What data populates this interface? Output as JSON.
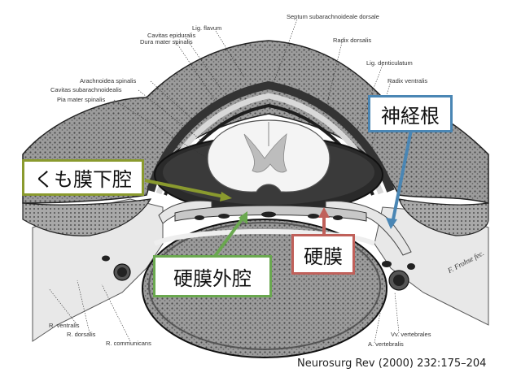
{
  "anatomy_labels": {
    "lig_flavum": "Lig. flavum",
    "septum": "Septum subarachnoideale dorsale",
    "cavitas_epiduralis": "Cavitas epiduralis",
    "dura_mater": "Dura mater spinalis",
    "radix_dorsalis": "Radix dorsalis",
    "lig_denticulatum": "Lig. denticulatum",
    "arachnoidea": "Arachnoidea spinalis",
    "radix_ventralis": "Radix ventralis",
    "cavitas_subarachnoidealis": "Cavitas subarachnoidealis",
    "pia_mater": "Pia mater spinalis",
    "r_ventralis": "R. ventralis",
    "r_dorsalis": "R. dorsalis",
    "r_communicans": "R. communicans",
    "vv_vertebrales": "Vv. vertebrales",
    "a_vertebralis": "A. vertebralis",
    "signature": "F. Frohse fec."
  },
  "callouts": {
    "subarachnoid": {
      "label": "くも膜下腔",
      "color": "#8a9a2e"
    },
    "nerve_root": {
      "label": "神経根",
      "color": "#4a86b4"
    },
    "epidural": {
      "label": "硬膜外腔",
      "color": "#6aa84f"
    },
    "dura": {
      "label": "硬膜",
      "color": "#c0605a"
    }
  },
  "citation": "Neurosurg Rev (2000) 232:175–204"
}
